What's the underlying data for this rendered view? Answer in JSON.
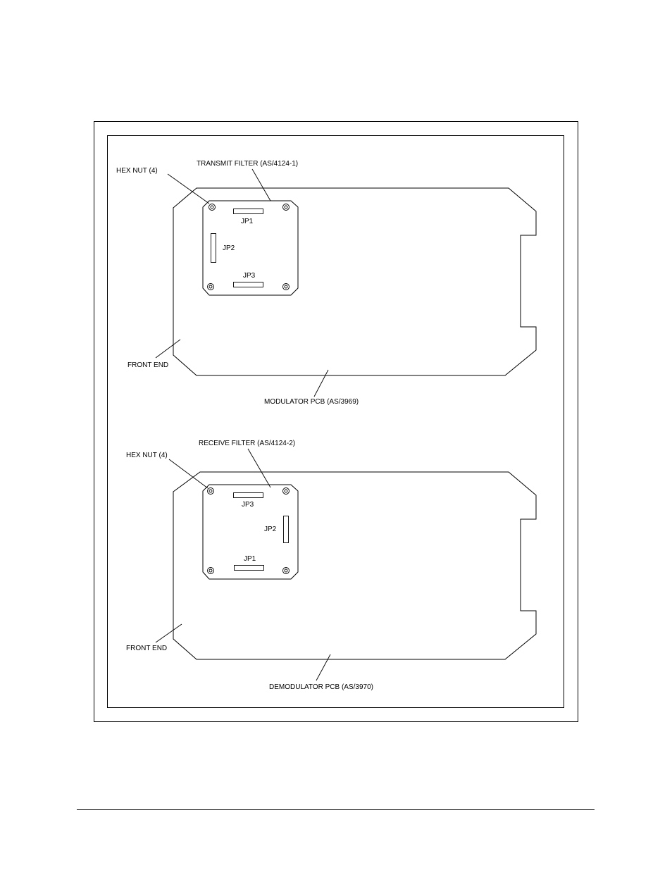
{
  "top": {
    "hex_nut_label": "HEX NUT (4)",
    "filter_label": "TRANSMIT FILTER (AS/4124-1)",
    "jp1": "JP1",
    "jp2": "JP2",
    "jp3": "JP3",
    "front_end_label": "FRONT END",
    "pcb_label": "MODULATOR PCB (AS/3969)"
  },
  "bottom": {
    "hex_nut_label": "HEX NUT (4)",
    "filter_label": "RECEIVE FILTER (AS/4124-2)",
    "jp1": "JP1",
    "jp2": "JP2",
    "jp3": "JP3",
    "front_end_label": "FRONT END",
    "pcb_label": "DEMODULATOR PCB (AS/3970)"
  }
}
